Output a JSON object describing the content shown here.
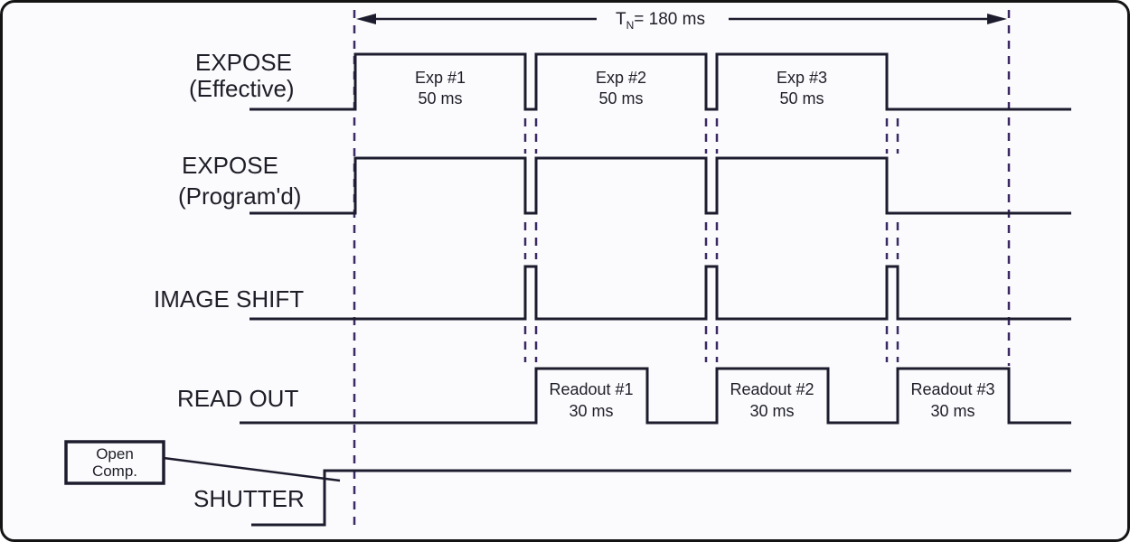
{
  "diagram": {
    "type": "timing-diagram",
    "timing": {
      "symbol": "T",
      "subscript": "N",
      "value": "= 180 ms",
      "total_ms": 180,
      "exposure_ms": 50,
      "readout_ms": 30,
      "cycles": 3
    },
    "signals": {
      "effective": {
        "label1": "EXPOSE",
        "label2": "(Effective)",
        "pulses": [
          {
            "name": "Exp #1",
            "dur": "50 ms"
          },
          {
            "name": "Exp #2",
            "dur": "50 ms"
          },
          {
            "name": "Exp #3",
            "dur": "50 ms"
          }
        ]
      },
      "programmed": {
        "label1": "EXPOSE",
        "label2": "(Program'd)"
      },
      "image_shift": {
        "label": "IMAGE SHIFT"
      },
      "readout": {
        "label": "READ OUT",
        "pulses": [
          {
            "name": "Readout #1",
            "dur": "30 ms"
          },
          {
            "name": "Readout #2",
            "dur": "30 ms"
          },
          {
            "name": "Readout #3",
            "dur": "30 ms"
          }
        ]
      },
      "shutter": {
        "label": "SHUTTER",
        "annotation1": "Open",
        "annotation2": "Comp."
      }
    },
    "colors": {
      "line": "#1c1c2e",
      "dashed": "#3b2a63",
      "background": "#fbfbfd",
      "text": "#1e1e28"
    }
  }
}
